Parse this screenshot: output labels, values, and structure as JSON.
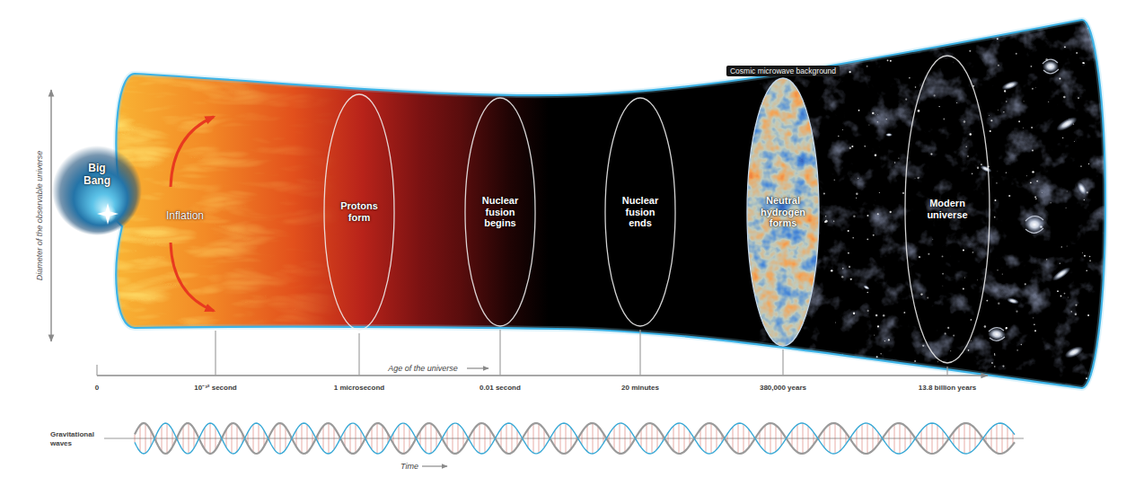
{
  "diagram": {
    "nodes": [
      {
        "text": [
          "Big Bang"
        ]
      },
      {
        "text": [
          "Protons form"
        ]
      },
      {
        "text": [
          "Nuclear fusion begins"
        ]
      },
      {
        "text": [
          "Nuclear fusion ends"
        ]
      },
      {
        "text": [
          "Cosmic microwave background",
          "Neutral hydrogen forms"
        ]
      },
      {
        "text": [
          "Modern universe"
        ]
      }
    ],
    "labels": [
      "Diameter of the observable universe",
      "Inflation",
      "Age of the universe",
      "0",
      "10⁻³² second",
      "1 microsecond",
      "0.01 second",
      "20 minutes",
      "380,000 years",
      "13.8 billion years",
      "Gravitational waves",
      "Time"
    ]
  }
}
